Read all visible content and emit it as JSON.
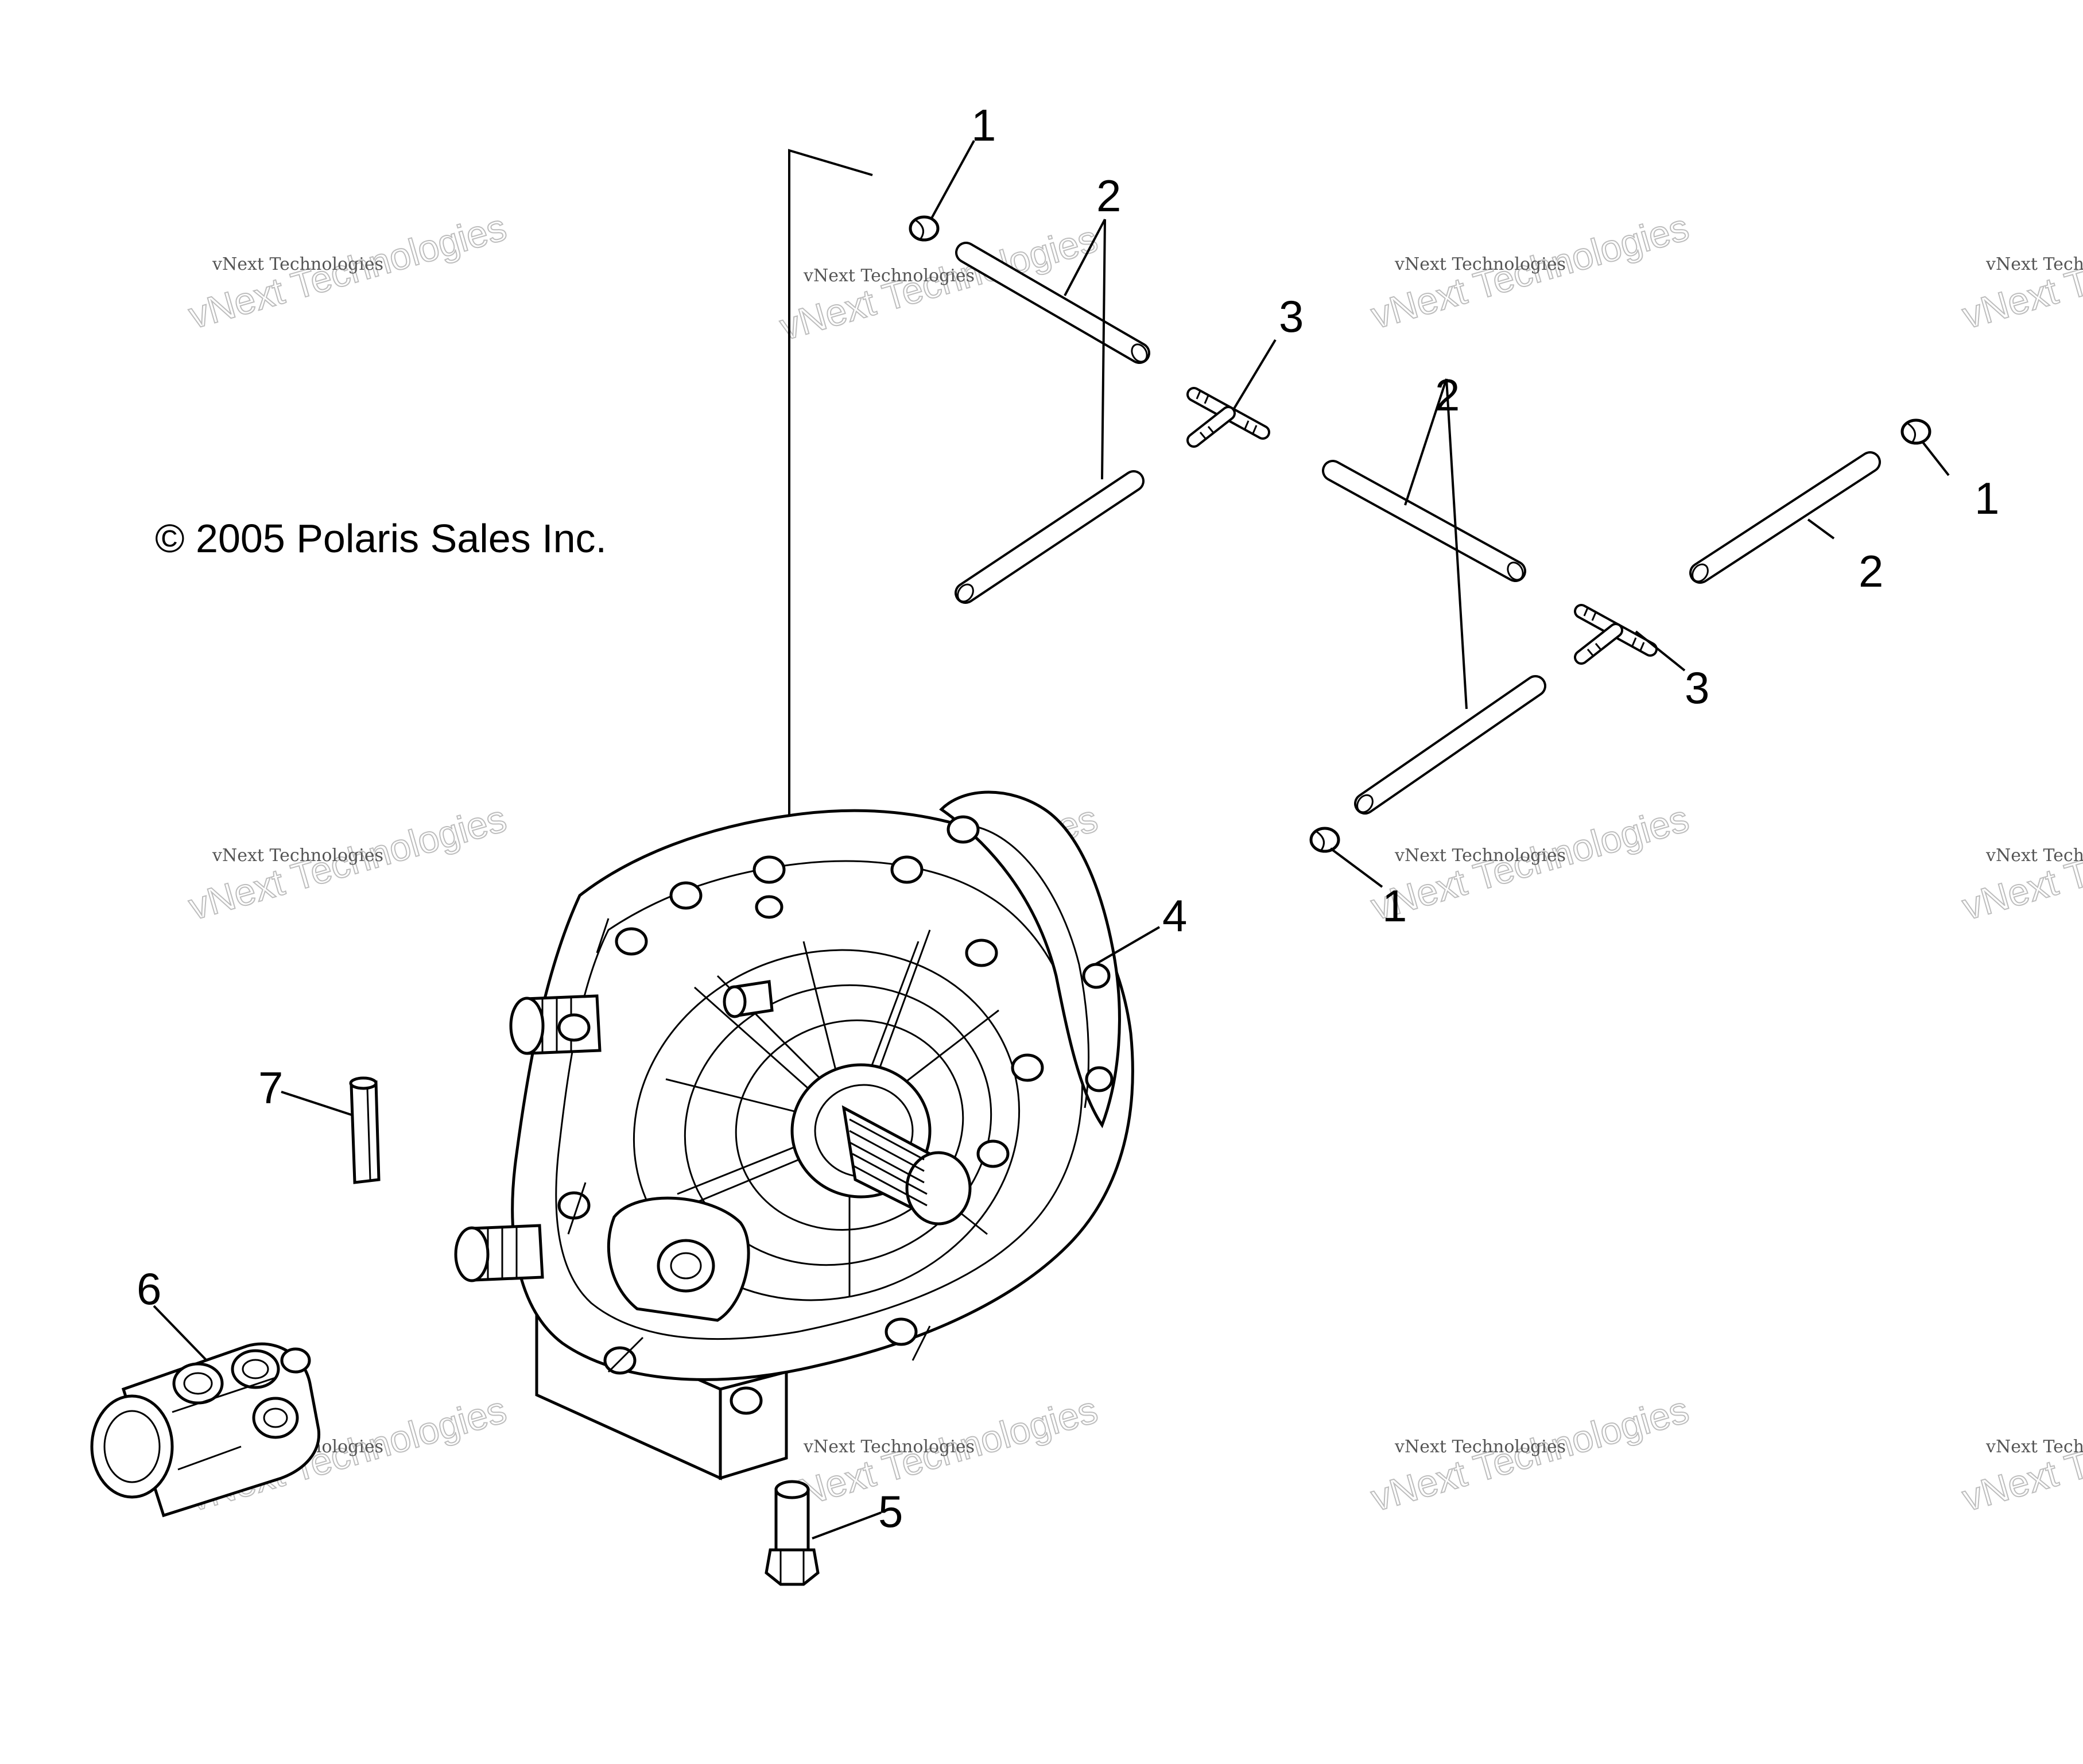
{
  "copyright": "© 2005 Polaris Sales Inc.",
  "watermark": {
    "line1": "vNext Technologies",
    "line2": "vNext Technologies"
  },
  "callouts": [
    "1",
    "2",
    "3",
    "4",
    "5",
    "6",
    "7"
  ]
}
